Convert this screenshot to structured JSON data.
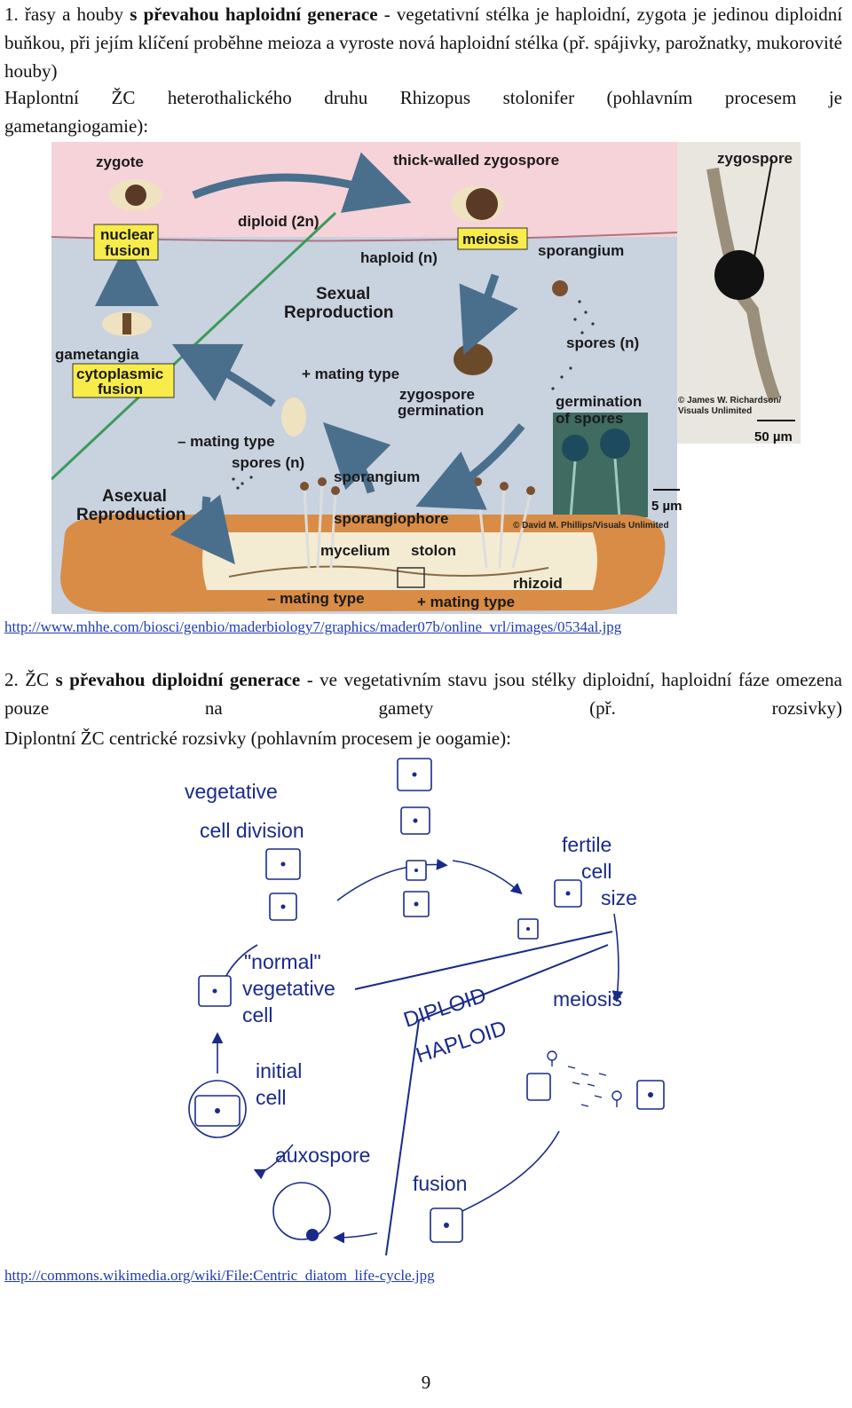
{
  "section1": {
    "num": "1.",
    "pre": "řasy a houby",
    "bold": "s převahou haploidní generace",
    "rest": "- vegetativní stélka je haploidní, zygota je jedinou diploidní buňkou, při jejím klíčení proběhne meioza a vyroste nová haploidní stélka (př. spájivky, parožnatky, mukorovité houby)",
    "caption_line1": "Haplontní ŽC heterothalického druhu Rhizopus stolonifer (pohlavním procesem je",
    "caption_line2": "gametangiogamie):"
  },
  "fig1": {
    "zygote": "zygote",
    "nuclear": "nuclear",
    "fusion": "fusion",
    "thick_walled": "thick-walled zygospore",
    "diploid": "diploid (2n)",
    "meiosis": "meiosis",
    "haploid": "haploid (n)",
    "sporangium_top": "sporangium",
    "sexual": "Sexual",
    "reproduction": "Reproduction",
    "spores_n": "spores (n)",
    "gametangia": "gametangia",
    "cytoplasmic": "cytoplasmic",
    "cyto_fusion": "fusion",
    "plus_mating": "+ mating type",
    "zyg_germ1": "zygospore",
    "zyg_germ2": "germination",
    "germ1": "germination",
    "germ2": "of spores",
    "minus_mating": "– mating type",
    "spores_n2": "spores (n)",
    "sporangium": "sporangium",
    "asexual": "Asexual",
    "asex_repro": "Reproduction",
    "sporangiophore": "sporangiophore",
    "mycelium": "mycelium",
    "stolon": "stolon",
    "rhizoid": "rhizoid",
    "minus_mating_bottom": "– mating type",
    "plus_mating_bottom": "+ mating type",
    "zygospore_photo": "zygospore",
    "credit1a": "© James W. Richardson/",
    "credit1b": "Visuals Unlimited",
    "scale50": "50 µm",
    "scale5": "5 µm",
    "credit2": "© David M. Phillips/Visuals Unlimited"
  },
  "link1": "http://www.mhhe.com/biosci/genbio/maderbiology7/graphics/mader07b/online_vrl/images/0534al.jpg",
  "section2": {
    "num": "2.",
    "pre": "ŽC",
    "bold": "s převahou diploidní generace",
    "rest": "- ve vegetativním stavu jsou stélky diploidní, haploidní fáze omezena pouze na gamety (př. rozsivky)",
    "caption": "Diplontní ŽC centrické rozsivky (pohlavním procesem je oogamie):"
  },
  "fig2": {
    "vegetative": "vegetative",
    "cell_division": "cell division",
    "fertile": "fertile",
    "cell": "cell",
    "size": "size",
    "normal": "\"normal\"",
    "vegetative2": "vegetative",
    "cell2": "cell",
    "diploid": "DIPLOID",
    "haploid": "HAPLOID",
    "meiosis": "meiosis",
    "initial": "initial",
    "cell3": "cell",
    "auxospore": "auxospore",
    "fusion": "fusion"
  },
  "link2": "http://commons.wikimedia.org/wiki/File:Centric_diatom_life-cycle.jpg",
  "page_number": "9",
  "colors": {
    "diploid_band": "#f6d3d8",
    "haploid_band": "#c9d2df",
    "arrow_blue": "#4a6f8d",
    "label_box": "#f7ec4a",
    "link": "#1f3bb3",
    "diatom_ink": "#1a2a8a"
  }
}
